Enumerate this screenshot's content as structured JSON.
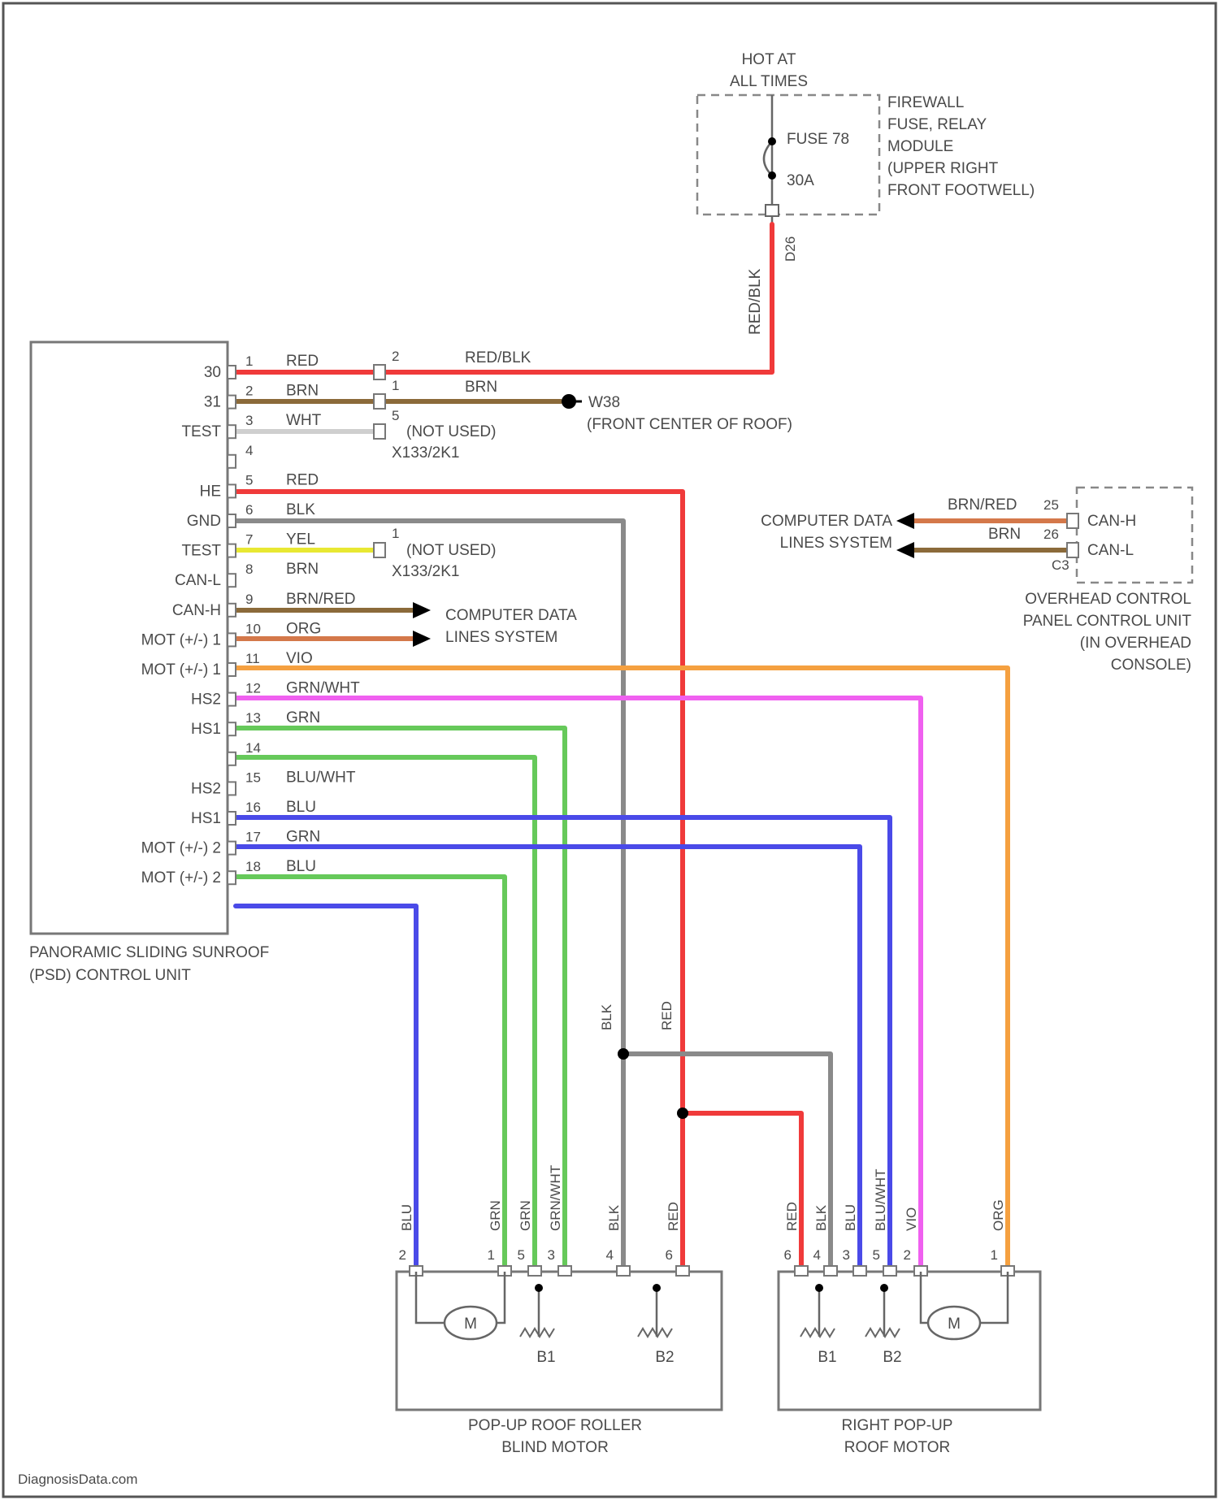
{
  "colors": {
    "RED": "#f03a3a",
    "BRN": "#8b6a3a",
    "WHT": "#cfcfcf",
    "BLK": "#8a8a8a",
    "YEL": "#e8e832",
    "ORG": "#f5a040",
    "VIO": "#f060f0",
    "GRN": "#66c95a",
    "BLU": "#4a4ae8",
    "BRN_RED": "#d4784a"
  },
  "top": {
    "hot_line1": "HOT AT",
    "hot_line2": "ALL TIMES",
    "fuse_name": "FUSE 78",
    "fuse_amp": "30A",
    "module_lines": [
      "FIREWALL",
      "FUSE, RELAY",
      "MODULE",
      "(UPPER RIGHT",
      "FRONT FOOTWELL)"
    ],
    "wire_label": "RED/BLK",
    "conn_label": "D26"
  },
  "control_unit": {
    "title_line1": "PANORAMIC SLIDING SUNROOF",
    "title_line2": "(PSD) CONTROL UNIT",
    "pins": [
      {
        "num": "1",
        "wire": "RED",
        "label": "30"
      },
      {
        "num": "2",
        "wire": "BRN",
        "label": "31"
      },
      {
        "num": "3",
        "wire": "WHT",
        "label": "TEST"
      },
      {
        "num": "4",
        "wire": "",
        "label": ""
      },
      {
        "num": "5",
        "wire": "RED",
        "label": "HE"
      },
      {
        "num": "6",
        "wire": "BLK",
        "label": "GND"
      },
      {
        "num": "7",
        "wire": "YEL",
        "label": "TEST"
      },
      {
        "num": "8",
        "wire": "BRN",
        "label": "CAN-L"
      },
      {
        "num": "9",
        "wire": "BRN/RED",
        "label": "CAN-H"
      },
      {
        "num": "10",
        "wire": "ORG",
        "label": "MOT (+/-) 1"
      },
      {
        "num": "11",
        "wire": "VIO",
        "label": "MOT (+/-) 1"
      },
      {
        "num": "12",
        "wire": "GRN/WHT",
        "label": "HS2"
      },
      {
        "num": "13",
        "wire": "GRN",
        "label": "HS1"
      },
      {
        "num": "14",
        "wire": "",
        "label": ""
      },
      {
        "num": "15",
        "wire": "BLU/WHT",
        "label": "HS2"
      },
      {
        "num": "16",
        "wire": "BLU",
        "label": "HS1"
      },
      {
        "num": "17",
        "wire": "GRN",
        "label": "MOT (+/-) 2"
      },
      {
        "num": "18",
        "wire": "BLU",
        "label": "MOT (+/-) 2"
      }
    ]
  },
  "connector_a": {
    "pins": [
      "2",
      "1",
      "5"
    ],
    "wires": [
      "RED/BLK",
      "BRN"
    ],
    "not_used": "(NOT USED)",
    "name": "X133/2K1"
  },
  "ground": {
    "name": "W38",
    "location": "(FRONT CENTER OF ROOF)"
  },
  "connector_b": {
    "pin": "1",
    "not_used": "(NOT USED)",
    "name": "X133/2K1"
  },
  "data_lines_left": {
    "line1": "COMPUTER DATA",
    "line2": "LINES SYSTEM"
  },
  "overhead": {
    "data_line1": "COMPUTER DATA",
    "data_line2": "LINES SYSTEM",
    "wire1": "BRN/RED",
    "pin1": "25",
    "wire2": "BRN",
    "pin2": "26",
    "conn": "C3",
    "can_h": "CAN-H",
    "can_l": "CAN-L",
    "name_lines": [
      "OVERHEAD CONTROL",
      "PANEL CONTROL UNIT",
      "(IN OVERHEAD",
      "CONSOLE)"
    ]
  },
  "junction": {
    "blk": "BLK",
    "red": "RED"
  },
  "left_motor": {
    "name_line1": "POP-UP ROOF ROLLER",
    "name_line2": "BLIND MOTOR",
    "wire_labels": [
      "BLU",
      "GRN",
      "GRN",
      "GRN/WHT",
      "BLK",
      "RED"
    ],
    "pin_labels": [
      "2",
      "1",
      "5",
      "3",
      "4",
      "6"
    ],
    "motor": "M",
    "sensor1": "B1",
    "sensor2": "B2"
  },
  "right_motor": {
    "name_line1": "RIGHT POP-UP",
    "name_line2": "ROOF MOTOR",
    "wire_labels": [
      "RED",
      "BLK",
      "BLU",
      "BLU/WHT",
      "VIO",
      "ORG"
    ],
    "pin_labels": [
      "6",
      "4",
      "3",
      "5",
      "2",
      "1"
    ],
    "motor": "M",
    "sensor1": "B1",
    "sensor2": "B2"
  },
  "footer": "DiagnosisData.com"
}
